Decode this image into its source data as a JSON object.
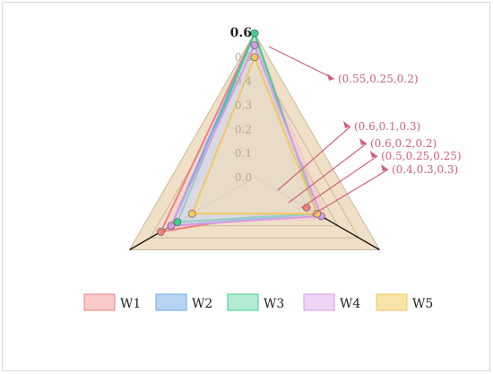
{
  "chart_data": {
    "type": "radar",
    "axes": [
      "",
      "",
      ""
    ],
    "rlim": [
      0,
      0.6
    ],
    "ticks": [
      0.0,
      0.1,
      0.2,
      0.3,
      0.4,
      0.5,
      0.6
    ],
    "tick_labels": [
      "0.0",
      "0.1",
      "0.2",
      "0.3",
      "0.4",
      "0.5",
      "0.6"
    ],
    "legend_position": "bottom",
    "series": [
      {
        "name": "W1",
        "values": [
          0.6,
          0.45,
          0.25
        ],
        "color": "#f08080",
        "fill": "#f9c9c9"
      },
      {
        "name": "W2",
        "values": [
          0.6,
          0.4,
          0.3
        ],
        "color": "#6ea8e8",
        "fill": "#b8d4f3"
      },
      {
        "name": "W3",
        "values": [
          0.6,
          0.37,
          0.3
        ],
        "color": "#3fcf8e",
        "fill": "#b3ecd2"
      },
      {
        "name": "W4",
        "values": [
          0.55,
          0.4,
          0.32
        ],
        "color": "#d79be3",
        "fill": "#efd3f4"
      },
      {
        "name": "W5",
        "values": [
          0.5,
          0.3,
          0.3
        ],
        "color": "#f3c75f",
        "fill": "#f8e3a8"
      }
    ],
    "annotations": [
      {
        "text": "(0.55,0.25,0.2)",
        "target": [
          0.55,
          0.25,
          0.2
        ]
      },
      {
        "text": "(0.6,0.1,0.3)",
        "target": [
          0.6,
          0.1,
          0.3
        ]
      },
      {
        "text": "(0.6,0.2,0.2)",
        "target": [
          0.6,
          0.2,
          0.2
        ]
      },
      {
        "text": "(0.5,0.25,0.25)",
        "target": [
          0.5,
          0.25,
          0.25
        ]
      },
      {
        "text": "(0.4,0.3,0.3)",
        "target": [
          0.4,
          0.3,
          0.3
        ]
      }
    ]
  },
  "colors": {
    "outer_band": "#f0e0c8",
    "inner_band": "#f7c9c9",
    "grid": "#c8b89e",
    "annotation": "#d0607a"
  }
}
